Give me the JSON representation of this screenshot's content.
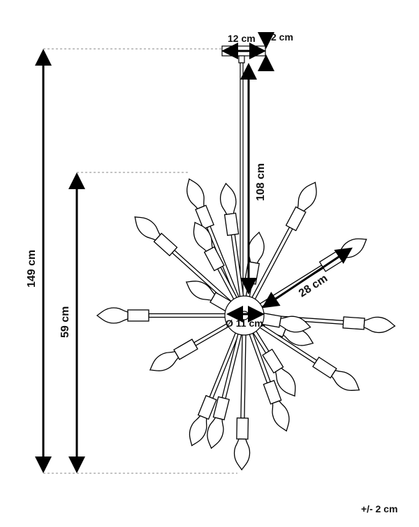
{
  "dimensions": {
    "canopy_width": "12 cm",
    "canopy_height": "2 cm",
    "rod_length": "108 cm",
    "total_height": "149 cm",
    "body_height": "59 cm",
    "arm_length": "28 cm",
    "hub_diameter": "Ø 11 cm"
  },
  "tolerance": "+/- 2 cm",
  "colors": {
    "line": "#000000",
    "guide": "#888888",
    "background": "#ffffff"
  }
}
